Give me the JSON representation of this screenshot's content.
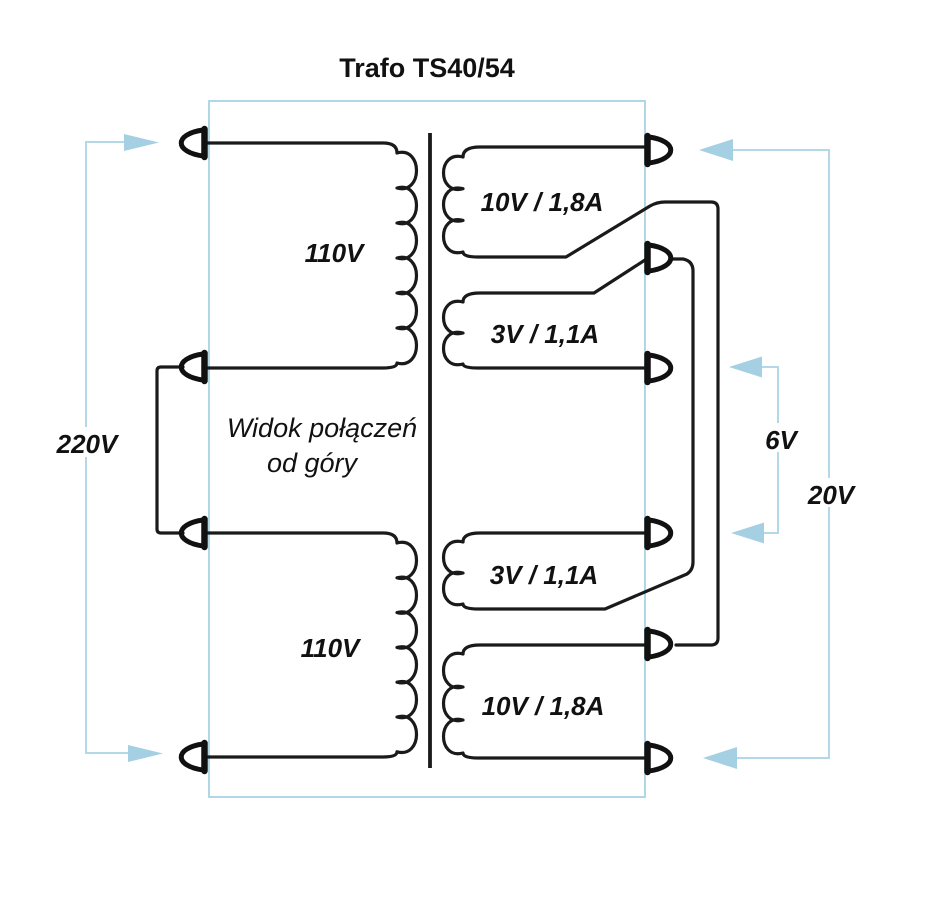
{
  "title": "Trafo TS40/54",
  "frame_note": {
    "line1": "Widok połączeń",
    "line2": "od góry"
  },
  "primary": {
    "winding_top": "110V",
    "winding_bottom": "110V",
    "series_total": "220V"
  },
  "secondary": {
    "winding_1": "10V / 1,8A",
    "winding_2": "3V / 1,1A",
    "winding_3": "3V / 1,1A",
    "winding_4": "10V / 1,8A",
    "series_mid": "6V",
    "series_total": "20V"
  },
  "colors": {
    "wire_black": "#1a1a1a",
    "accent_blue": "#a5cfe2",
    "frame_blue": "#a8d3e3"
  }
}
